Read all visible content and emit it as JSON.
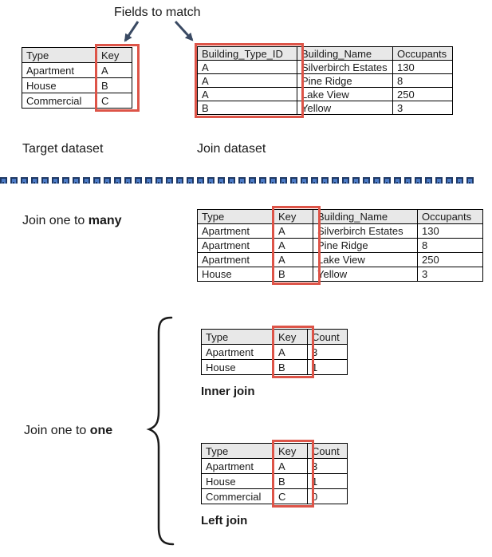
{
  "title": "Fields to match",
  "sections": {
    "target_label": "Target dataset",
    "join_label": "Join dataset",
    "one_to_many": {
      "prefix": "Join one to ",
      "bold": "many"
    },
    "one_to_one": {
      "prefix": "Join one to ",
      "bold": "one"
    },
    "inner_join_label": "Inner join",
    "left_join_label": "Left join"
  },
  "tables": {
    "target": {
      "headers": [
        "Type",
        "Key"
      ],
      "rows": [
        [
          "Apartment",
          "A"
        ],
        [
          "House",
          "B"
        ],
        [
          "Commercial",
          "C"
        ]
      ],
      "highlighted_column": "Key"
    },
    "join": {
      "headers": [
        "Building_Type_ID",
        "Building_Name",
        "Occupants"
      ],
      "rows": [
        [
          "A",
          "Silverbirch Estates",
          "130"
        ],
        [
          "A",
          "Pine Ridge",
          "8"
        ],
        [
          "A",
          "Lake View",
          "250"
        ],
        [
          "B",
          "Yellow",
          "3"
        ]
      ],
      "highlighted_column": "Building_Type_ID"
    },
    "one_to_many": {
      "headers": [
        "Type",
        "Key",
        "Building_Name",
        "Occupants"
      ],
      "rows": [
        [
          "Apartment",
          "A",
          "Silverbirch Estates",
          "130"
        ],
        [
          "Apartment",
          "A",
          "Pine Ridge",
          "8"
        ],
        [
          "Apartment",
          "A",
          "Lake View",
          "250"
        ],
        [
          "House",
          "B",
          "Yellow",
          "3"
        ]
      ],
      "highlighted_column": "Key"
    },
    "inner": {
      "headers": [
        "Type",
        "Key",
        "Count"
      ],
      "rows": [
        [
          "Apartment",
          "A",
          "3"
        ],
        [
          "House",
          "B",
          "1"
        ]
      ],
      "highlighted_column": "Key"
    },
    "left": {
      "headers": [
        "Type",
        "Key",
        "Count"
      ],
      "rows": [
        [
          "Apartment",
          "A",
          "3"
        ],
        [
          "House",
          "B",
          "1"
        ],
        [
          "Commercial",
          "C",
          "0"
        ]
      ],
      "highlighted_column": "Key"
    }
  },
  "colors": {
    "highlight_box": "#dd5448",
    "header_bg": "#e8e8e8",
    "arrow": "#3a4a63",
    "brace": "#1a1a1a",
    "divider_dash_fill": "#4d7cc7",
    "divider_dash_border": "#1e3864"
  },
  "divider": {
    "dash_count": 46
  }
}
